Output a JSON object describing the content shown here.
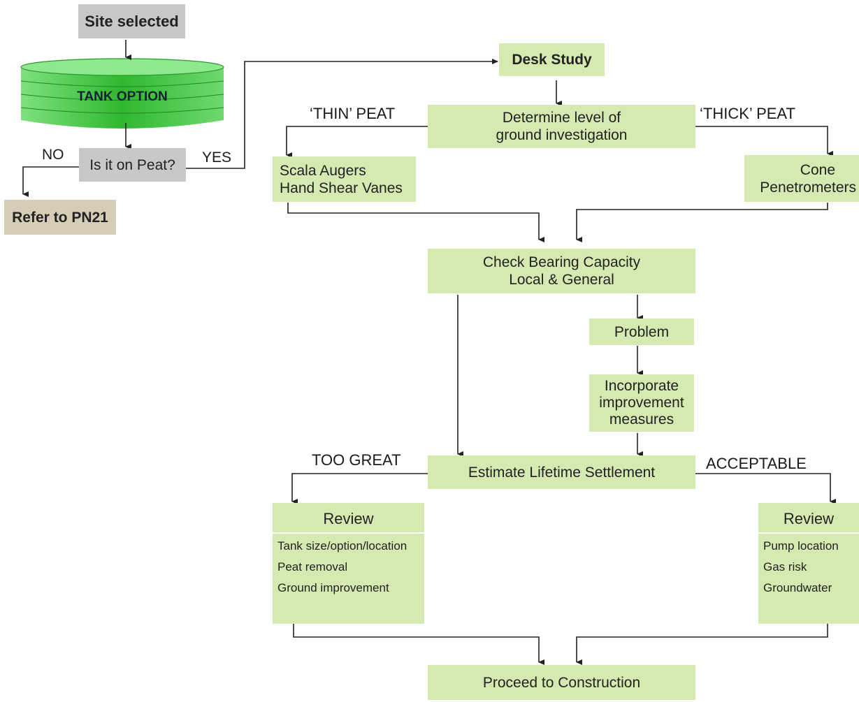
{
  "nodes": {
    "site_selected": "Site selected",
    "tank_option": "TANK OPTION",
    "is_it_on_peat": "Is it on Peat?",
    "refer_pn21": "Refer to PN21",
    "desk_study": "Desk Study",
    "determine_level": [
      "Determine level of",
      "ground investigation"
    ],
    "scala_augers": [
      "Scala Augers",
      "Hand Shear Vanes"
    ],
    "cone_penetrometers": [
      "Cone",
      "Penetrometers"
    ],
    "check_bearing": [
      "Check Bearing Capacity",
      "Local & General"
    ],
    "problem": "Problem",
    "incorporate": [
      "Incorporate",
      "improvement",
      "measures"
    ],
    "estimate_settlement": "Estimate Lifetime Settlement",
    "review_left": {
      "title": "Review",
      "items": [
        "Tank size/option/location",
        "Peat removal",
        "Ground improvement"
      ]
    },
    "review_right": {
      "title": "Review",
      "items": [
        "Pump location",
        "Gas risk",
        "Groundwater"
      ]
    },
    "proceed": "Proceed to Construction"
  },
  "edge_labels": {
    "no": "NO",
    "yes": "YES",
    "thin_peat": "‘THIN’ PEAT",
    "thick_peat": "‘THICK’ PEAT",
    "too_great": "TOO GREAT",
    "acceptable": "ACCEPTABLE"
  },
  "colors": {
    "box_green": "#d4eab0",
    "box_grey": "#c8c8c8",
    "box_tan": "#d6cdb8",
    "tank_green": "#3cc43c"
  }
}
